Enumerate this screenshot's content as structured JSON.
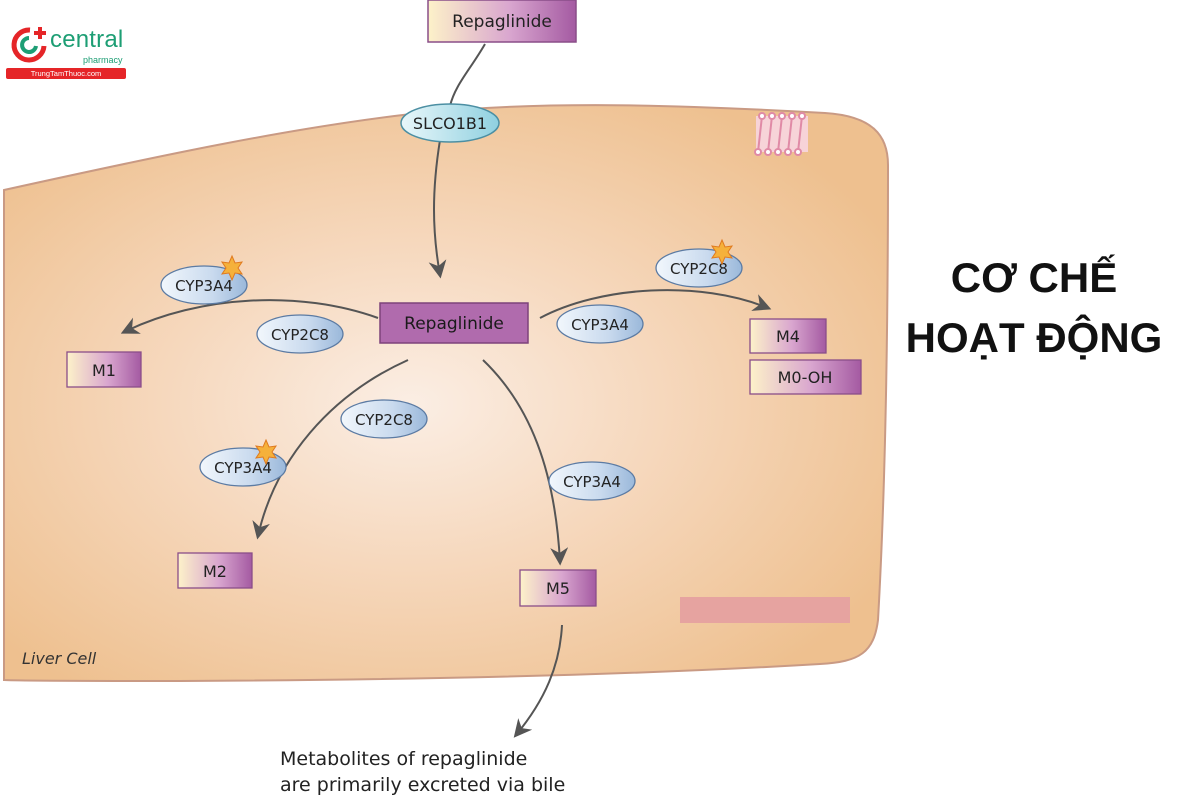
{
  "brand": {
    "name": "central",
    "tagline": "pharmacy",
    "site": "TrungTamThuoc.com"
  },
  "heading": {
    "line1": "CƠ CHẾ",
    "line2": "HOẠT ĐỘNG"
  },
  "diagram": {
    "cell_label": "Liver Cell",
    "top_drug": "Repaglinide",
    "transporter": "SLCO1B1",
    "center_drug": "Repaglinide",
    "enzymes": {
      "m1_a": "CYP3A4",
      "m1_b": "CYP2C8",
      "m4_a": "CYP2C8",
      "m4_b": "CYP3A4",
      "m2_a": "CYP2C8",
      "m2_b": "CYP3A4",
      "m5": "CYP3A4"
    },
    "metabolites": {
      "m1": "M1",
      "m2": "M2",
      "m4": "M4",
      "m0oh": "M0-OH",
      "m5": "M5"
    },
    "excretion_note": {
      "line1": "Metabolites of repaglinide",
      "line2": "are primarily excreted via bile"
    }
  },
  "colors": {
    "cell_fill": "#f1c89a",
    "cell_center": "#fbe9dc",
    "cell_border": "#c79a84",
    "drug_box": "#b571b1",
    "enzyme_fill": "#cfe0f2",
    "brand_green": "#1d9e74",
    "brand_red": "#e52528"
  }
}
